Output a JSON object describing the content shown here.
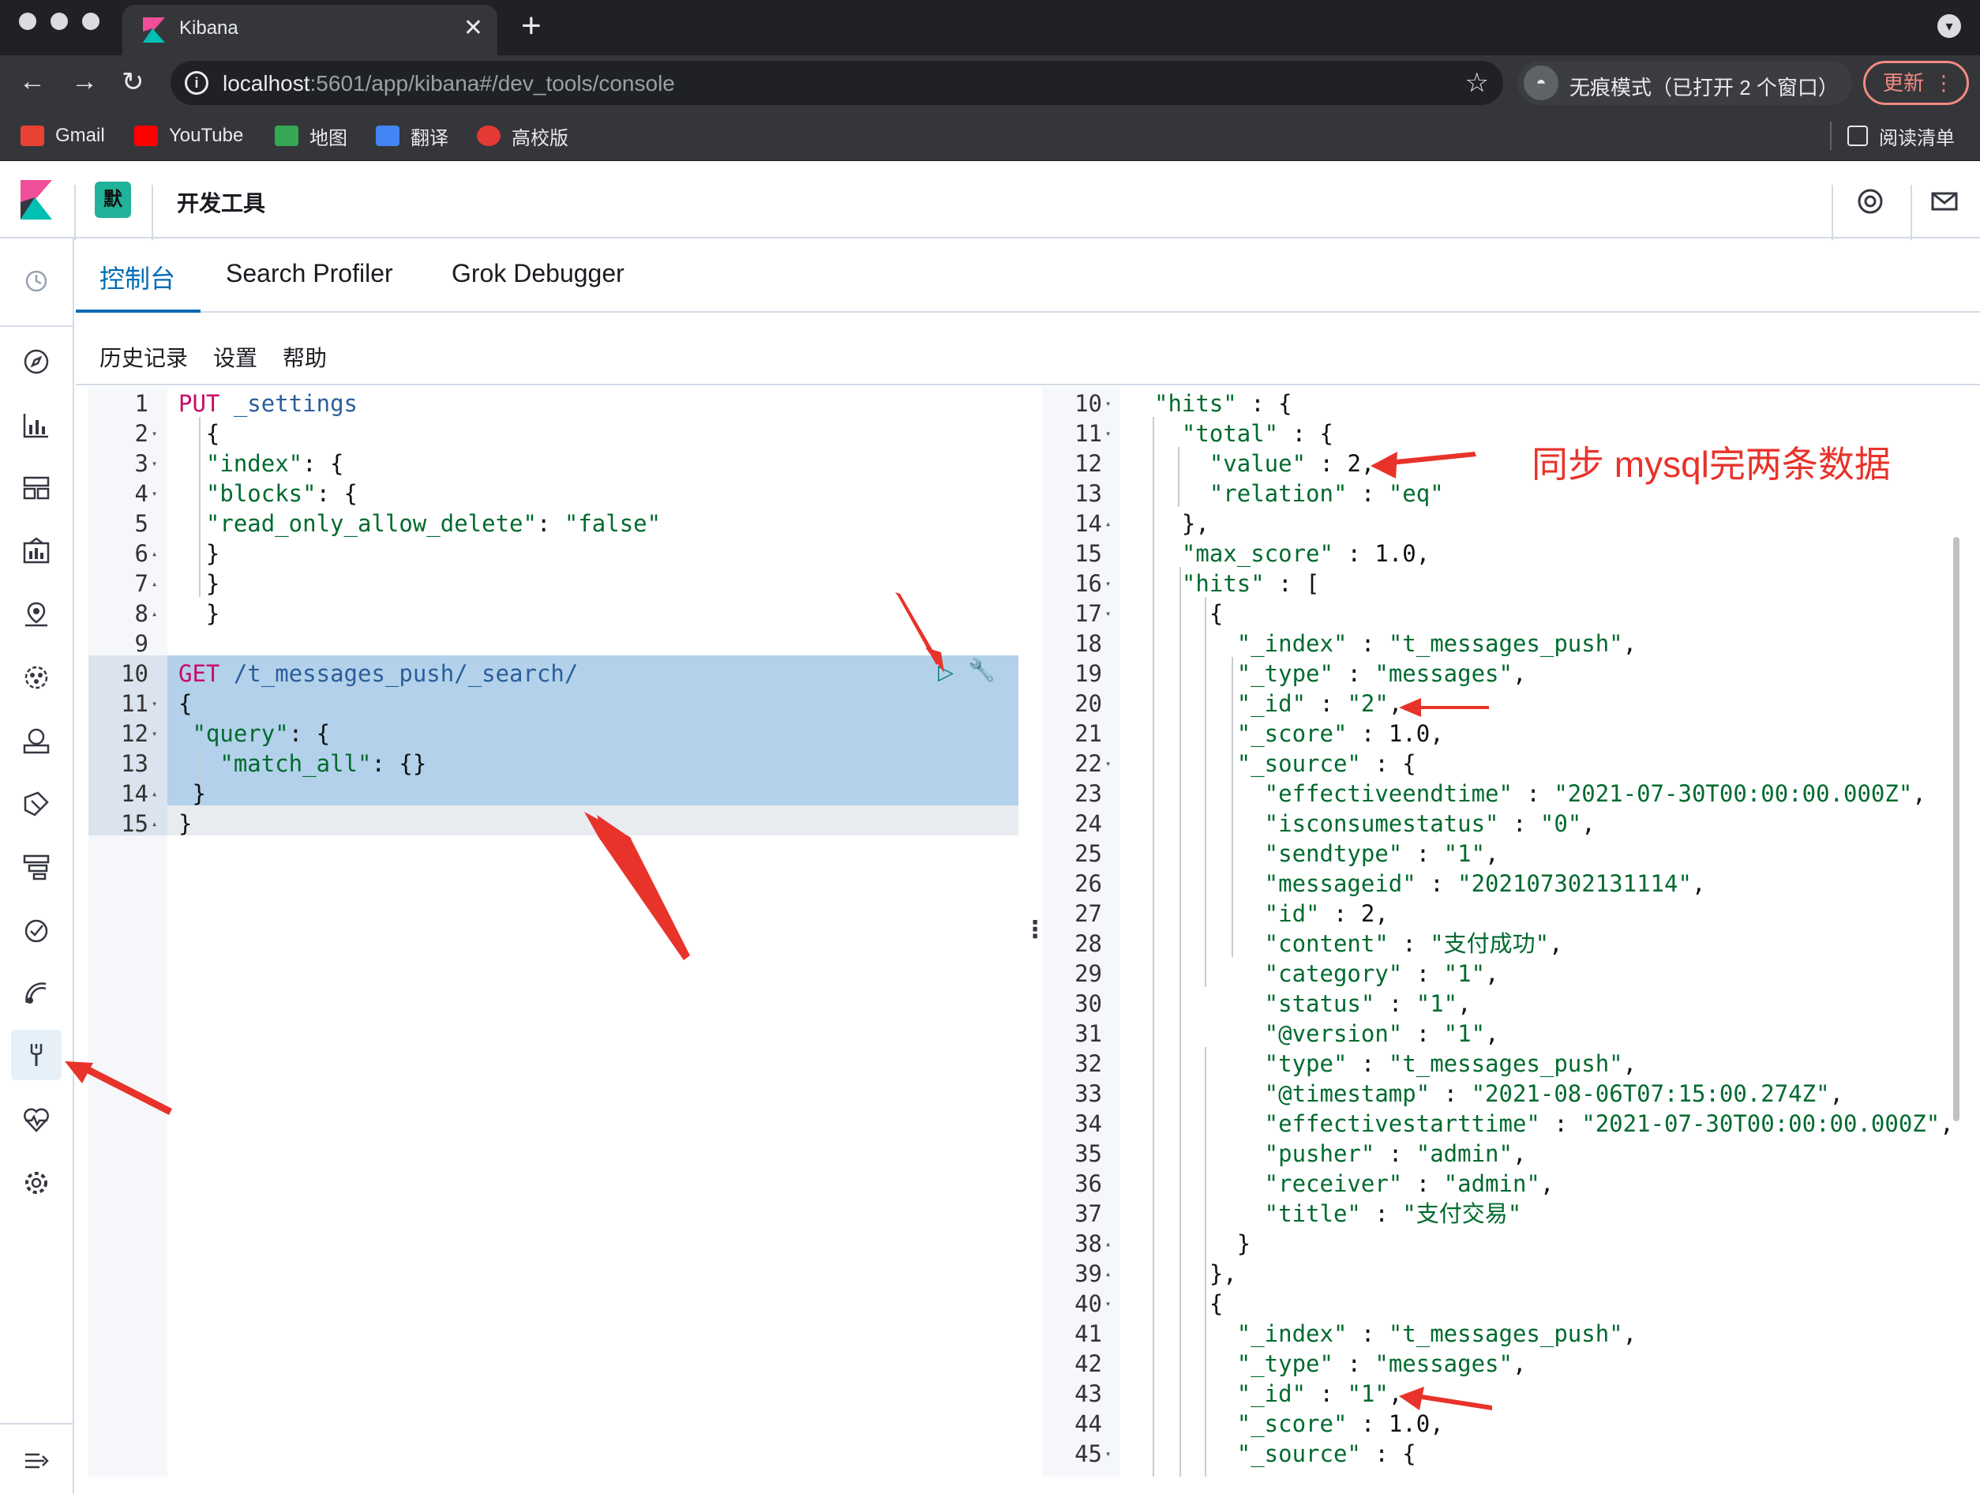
{
  "browser": {
    "tab_title": "Kibana",
    "tab_close": "✕",
    "new_tab": "+",
    "url_host": "localhost",
    "url_rest": ":5601/app/kibana#/dev_tools/console",
    "incognito_label": "无痕模式（已打开 2 个窗口）",
    "update_label": "更新",
    "bookmarks": [
      {
        "label": "Gmail",
        "color": "#ea4335"
      },
      {
        "label": "YouTube",
        "color": "#ff0000"
      },
      {
        "label": "地图",
        "color": "#34a853"
      },
      {
        "label": "翻译",
        "color": "#4285f4"
      },
      {
        "label": "高校版",
        "color": "#e53935"
      }
    ],
    "reading_list": "阅读清单"
  },
  "kibana": {
    "space_badge": "默",
    "breadcrumb": "开发工具",
    "tabs": [
      "控制台",
      "Search Profiler",
      "Grok Debugger"
    ],
    "subnav": [
      "历史记录",
      "设置",
      "帮助"
    ]
  },
  "request_lines": [
    {
      "n": "1",
      "fold": "",
      "parts": [
        [
          "k",
          "PUT"
        ],
        [
          "u",
          " _settings"
        ]
      ]
    },
    {
      "n": "2",
      "fold": "▾",
      "parts": [
        [
          "p",
          "  {"
        ]
      ]
    },
    {
      "n": "3",
      "fold": "▾",
      "parts": [
        [
          "s",
          "  \"index\""
        ],
        [
          "p",
          ": {"
        ]
      ]
    },
    {
      "n": "4",
      "fold": "▾",
      "parts": [
        [
          "s",
          "  \"blocks\""
        ],
        [
          "p",
          ": {"
        ]
      ]
    },
    {
      "n": "5",
      "fold": "",
      "parts": [
        [
          "s",
          "  \"read_only_allow_delete\""
        ],
        [
          "p",
          ": "
        ],
        [
          "s",
          "\"false\""
        ]
      ]
    },
    {
      "n": "6",
      "fold": "▴",
      "parts": [
        [
          "p",
          "  }"
        ]
      ]
    },
    {
      "n": "7",
      "fold": "▴",
      "parts": [
        [
          "p",
          "  }"
        ]
      ]
    },
    {
      "n": "8",
      "fold": "▴",
      "parts": [
        [
          "p",
          "  }"
        ]
      ]
    },
    {
      "n": "9",
      "fold": "",
      "parts": [
        [
          "p",
          ""
        ]
      ]
    },
    {
      "n": "10",
      "fold": "",
      "parts": [
        [
          "k",
          "GET"
        ],
        [
          "u",
          " /t_messages_push/_search/"
        ]
      ]
    },
    {
      "n": "11",
      "fold": "▾",
      "parts": [
        [
          "p",
          "{"
        ]
      ]
    },
    {
      "n": "12",
      "fold": "▾",
      "parts": [
        [
          "s",
          " \"query\""
        ],
        [
          "p",
          ": {"
        ]
      ]
    },
    {
      "n": "13",
      "fold": "",
      "parts": [
        [
          "s",
          "   \"match_all\""
        ],
        [
          "p",
          ": {}"
        ]
      ]
    },
    {
      "n": "14",
      "fold": "▴",
      "parts": [
        [
          "p",
          " }"
        ]
      ]
    },
    {
      "n": "15",
      "fold": "▴",
      "parts": [
        [
          "p",
          "}"
        ]
      ]
    }
  ],
  "response_lines": [
    {
      "n": "10",
      "fold": "▾",
      "parts": [
        [
          "s",
          "\"hits\""
        ],
        [
          "p",
          " : {"
        ]
      ]
    },
    {
      "n": "11",
      "fold": "▾",
      "parts": [
        [
          "s",
          "  \"total\""
        ],
        [
          "p",
          " : {"
        ]
      ]
    },
    {
      "n": "12",
      "fold": "",
      "parts": [
        [
          "s",
          "    \"value\""
        ],
        [
          "p",
          " : "
        ],
        [
          "n",
          "2"
        ],
        [
          "p",
          ","
        ]
      ]
    },
    {
      "n": "13",
      "fold": "",
      "parts": [
        [
          "s",
          "    \"relation\""
        ],
        [
          "p",
          " : "
        ],
        [
          "s",
          "\"eq\""
        ]
      ]
    },
    {
      "n": "14",
      "fold": "▴",
      "parts": [
        [
          "p",
          "  },"
        ]
      ]
    },
    {
      "n": "15",
      "fold": "",
      "parts": [
        [
          "s",
          "  \"max_score\""
        ],
        [
          "p",
          " : "
        ],
        [
          "n",
          "1.0"
        ],
        [
          "p",
          ","
        ]
      ]
    },
    {
      "n": "16",
      "fold": "▾",
      "parts": [
        [
          "s",
          "  \"hits\""
        ],
        [
          "p",
          " : ["
        ]
      ]
    },
    {
      "n": "17",
      "fold": "▾",
      "parts": [
        [
          "p",
          "    {"
        ]
      ]
    },
    {
      "n": "18",
      "fold": "",
      "parts": [
        [
          "s",
          "      \"_index\""
        ],
        [
          "p",
          " : "
        ],
        [
          "s",
          "\"t_messages_push\""
        ],
        [
          "p",
          ","
        ]
      ]
    },
    {
      "n": "19",
      "fold": "",
      "parts": [
        [
          "s",
          "      \"_type\""
        ],
        [
          "p",
          " : "
        ],
        [
          "s",
          "\"messages\""
        ],
        [
          "p",
          ","
        ]
      ]
    },
    {
      "n": "20",
      "fold": "",
      "parts": [
        [
          "s",
          "      \"_id\""
        ],
        [
          "p",
          " : "
        ],
        [
          "s",
          "\"2\""
        ],
        [
          "p",
          ","
        ]
      ]
    },
    {
      "n": "21",
      "fold": "",
      "parts": [
        [
          "s",
          "      \"_score\""
        ],
        [
          "p",
          " : "
        ],
        [
          "n",
          "1.0"
        ],
        [
          "p",
          ","
        ]
      ]
    },
    {
      "n": "22",
      "fold": "▾",
      "parts": [
        [
          "s",
          "      \"_source\""
        ],
        [
          "p",
          " : {"
        ]
      ]
    },
    {
      "n": "23",
      "fold": "",
      "parts": [
        [
          "s",
          "        \"effectiveendtime\""
        ],
        [
          "p",
          " : "
        ],
        [
          "s",
          "\"2021-07-30T00:00:00.000Z\""
        ],
        [
          "p",
          ","
        ]
      ]
    },
    {
      "n": "24",
      "fold": "",
      "parts": [
        [
          "s",
          "        \"isconsumestatus\""
        ],
        [
          "p",
          " : "
        ],
        [
          "s",
          "\"0\""
        ],
        [
          "p",
          ","
        ]
      ]
    },
    {
      "n": "25",
      "fold": "",
      "parts": [
        [
          "s",
          "        \"sendtype\""
        ],
        [
          "p",
          " : "
        ],
        [
          "s",
          "\"1\""
        ],
        [
          "p",
          ","
        ]
      ]
    },
    {
      "n": "26",
      "fold": "",
      "parts": [
        [
          "s",
          "        \"messageid\""
        ],
        [
          "p",
          " : "
        ],
        [
          "s",
          "\"202107302131114\""
        ],
        [
          "p",
          ","
        ]
      ]
    },
    {
      "n": "27",
      "fold": "",
      "parts": [
        [
          "s",
          "        \"id\""
        ],
        [
          "p",
          " : "
        ],
        [
          "n",
          "2"
        ],
        [
          "p",
          ","
        ]
      ]
    },
    {
      "n": "28",
      "fold": "",
      "parts": [
        [
          "s",
          "        \"content\""
        ],
        [
          "p",
          " : "
        ],
        [
          "s",
          "\"支付成功\""
        ],
        [
          "p",
          ","
        ]
      ]
    },
    {
      "n": "29",
      "fold": "",
      "parts": [
        [
          "s",
          "        \"category\""
        ],
        [
          "p",
          " : "
        ],
        [
          "s",
          "\"1\""
        ],
        [
          "p",
          ","
        ]
      ]
    },
    {
      "n": "30",
      "fold": "",
      "parts": [
        [
          "s",
          "        \"status\""
        ],
        [
          "p",
          " : "
        ],
        [
          "s",
          "\"1\""
        ],
        [
          "p",
          ","
        ]
      ]
    },
    {
      "n": "31",
      "fold": "",
      "parts": [
        [
          "s",
          "        \"@version\""
        ],
        [
          "p",
          " : "
        ],
        [
          "s",
          "\"1\""
        ],
        [
          "p",
          ","
        ]
      ]
    },
    {
      "n": "32",
      "fold": "",
      "parts": [
        [
          "s",
          "        \"type\""
        ],
        [
          "p",
          " : "
        ],
        [
          "s",
          "\"t_messages_push\""
        ],
        [
          "p",
          ","
        ]
      ]
    },
    {
      "n": "33",
      "fold": "",
      "parts": [
        [
          "s",
          "        \"@timestamp\""
        ],
        [
          "p",
          " : "
        ],
        [
          "s",
          "\"2021-08-06T07:15:00.274Z\""
        ],
        [
          "p",
          ","
        ]
      ]
    },
    {
      "n": "34",
      "fold": "",
      "parts": [
        [
          "s",
          "        \"effectivestarttime\""
        ],
        [
          "p",
          " : "
        ],
        [
          "s",
          "\"2021-07-30T00:00:00.000Z\""
        ],
        [
          "p",
          ","
        ]
      ]
    },
    {
      "n": "35",
      "fold": "",
      "parts": [
        [
          "s",
          "        \"pusher\""
        ],
        [
          "p",
          " : "
        ],
        [
          "s",
          "\"admin\""
        ],
        [
          "p",
          ","
        ]
      ]
    },
    {
      "n": "36",
      "fold": "",
      "parts": [
        [
          "s",
          "        \"receiver\""
        ],
        [
          "p",
          " : "
        ],
        [
          "s",
          "\"admin\""
        ],
        [
          "p",
          ","
        ]
      ]
    },
    {
      "n": "37",
      "fold": "",
      "parts": [
        [
          "s",
          "        \"title\""
        ],
        [
          "p",
          " : "
        ],
        [
          "s",
          "\"支付交易\""
        ]
      ]
    },
    {
      "n": "38",
      "fold": "▴",
      "parts": [
        [
          "p",
          "      }"
        ]
      ]
    },
    {
      "n": "39",
      "fold": "▴",
      "parts": [
        [
          "p",
          "    },"
        ]
      ]
    },
    {
      "n": "40",
      "fold": "▾",
      "parts": [
        [
          "p",
          "    {"
        ]
      ]
    },
    {
      "n": "41",
      "fold": "",
      "parts": [
        [
          "s",
          "      \"_index\""
        ],
        [
          "p",
          " : "
        ],
        [
          "s",
          "\"t_messages_push\""
        ],
        [
          "p",
          ","
        ]
      ]
    },
    {
      "n": "42",
      "fold": "",
      "parts": [
        [
          "s",
          "      \"_type\""
        ],
        [
          "p",
          " : "
        ],
        [
          "s",
          "\"messages\""
        ],
        [
          "p",
          ","
        ]
      ]
    },
    {
      "n": "43",
      "fold": "",
      "parts": [
        [
          "s",
          "      \"_id\""
        ],
        [
          "p",
          " : "
        ],
        [
          "s",
          "\"1\""
        ],
        [
          "p",
          ","
        ]
      ]
    },
    {
      "n": "44",
      "fold": "",
      "parts": [
        [
          "s",
          "      \"_score\""
        ],
        [
          "p",
          " : "
        ],
        [
          "n",
          "1.0"
        ],
        [
          "p",
          ","
        ]
      ]
    },
    {
      "n": "45",
      "fold": "▾",
      "parts": [
        [
          "s",
          "      \"_source\""
        ],
        [
          "p",
          " : {"
        ]
      ]
    }
  ],
  "annotation_text": "同步 mysql完两条数据",
  "colors": {
    "keyword": "#c80a68",
    "url": "#2a5e9b",
    "string": "#006a2e",
    "accent": "#006bb4",
    "annotation": "#e8332a"
  }
}
